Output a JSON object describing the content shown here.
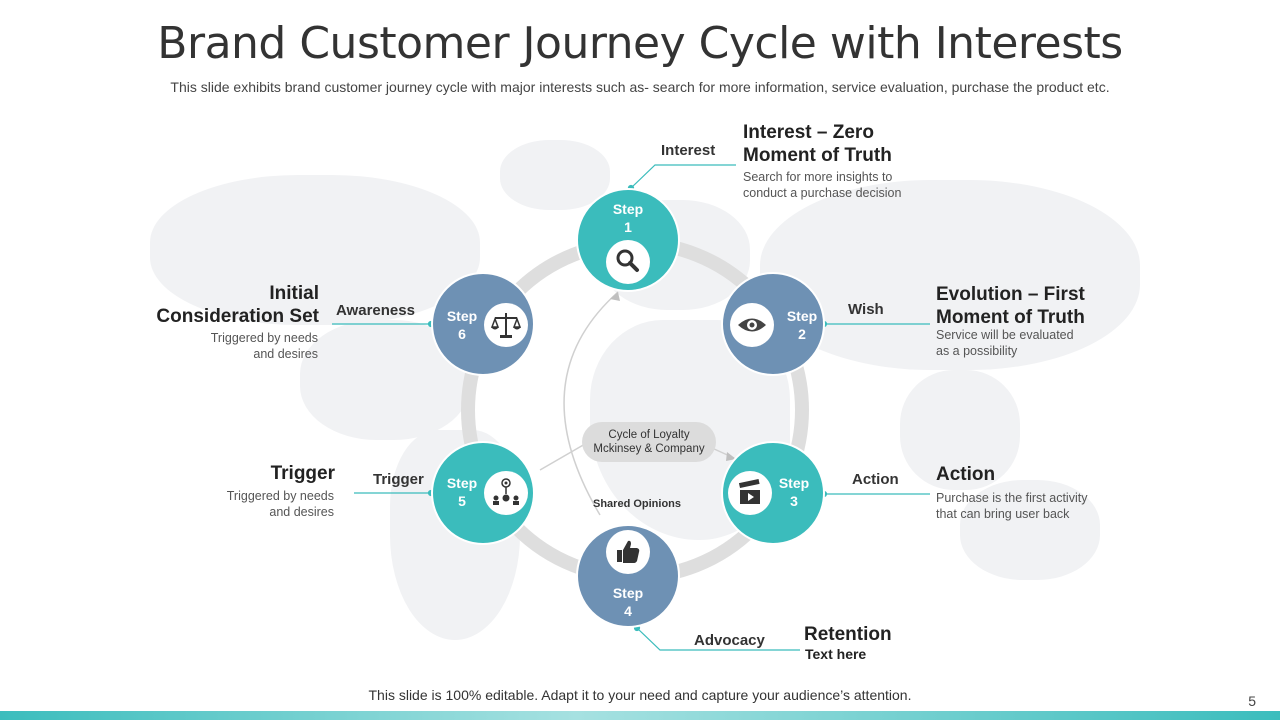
{
  "title": "Brand Customer Journey Cycle with Interests",
  "subtitle": "This slide exhibits brand customer journey cycle with major interests such as- search for more information, service evaluation, purchase the product etc.",
  "footer": "This slide is 100% editable. Adapt it to your need and capture your audience’s attention.",
  "page_number": "5",
  "colors": {
    "teal": "#3bbcbc",
    "blue": "#6e91b4",
    "ring": "#dedede",
    "connector": "#3bbcbc"
  },
  "center": {
    "line1": "Cycle of Loyalty",
    "line2": "Mckinsey & Company",
    "shared_opinions": "Shared Opinions"
  },
  "steps": [
    {
      "word": "Step",
      "num": "1",
      "color": "teal",
      "icon": "magnifier-icon",
      "label": "Interest",
      "heading1": "Interest – Zero",
      "heading2": "Moment of Truth",
      "desc1": "Search for more insights to",
      "desc2": "conduct a purchase decision"
    },
    {
      "word": "Step",
      "num": "2",
      "color": "blue",
      "icon": "eye-icon",
      "label": "Wish",
      "heading1": "Evolution – First",
      "heading2": "Moment of Truth",
      "desc1": "Service will be evaluated",
      "desc2": "as a possibility"
    },
    {
      "word": "Step",
      "num": "3",
      "color": "teal",
      "icon": "clapperboard-icon",
      "label": "Action",
      "heading1": "Action",
      "desc1": "Purchase is the first activity",
      "desc2": "that can bring user back"
    },
    {
      "word": "Step",
      "num": "4",
      "color": "blue",
      "icon": "thumbs-up-icon",
      "label": "Advocacy",
      "heading1": "Retention",
      "desc1": "Text here"
    },
    {
      "word": "Step",
      "num": "5",
      "color": "teal",
      "icon": "network-icon",
      "label": "Trigger",
      "heading1": "Trigger",
      "desc1": "Triggered  by needs",
      "desc2": "and desires"
    },
    {
      "word": "Step",
      "num": "6",
      "color": "blue",
      "icon": "scales-icon",
      "label": "Awareness",
      "heading1": "Initial",
      "heading2": "Consideration Set",
      "desc1": "Triggered  by needs",
      "desc2": "and desires"
    }
  ]
}
